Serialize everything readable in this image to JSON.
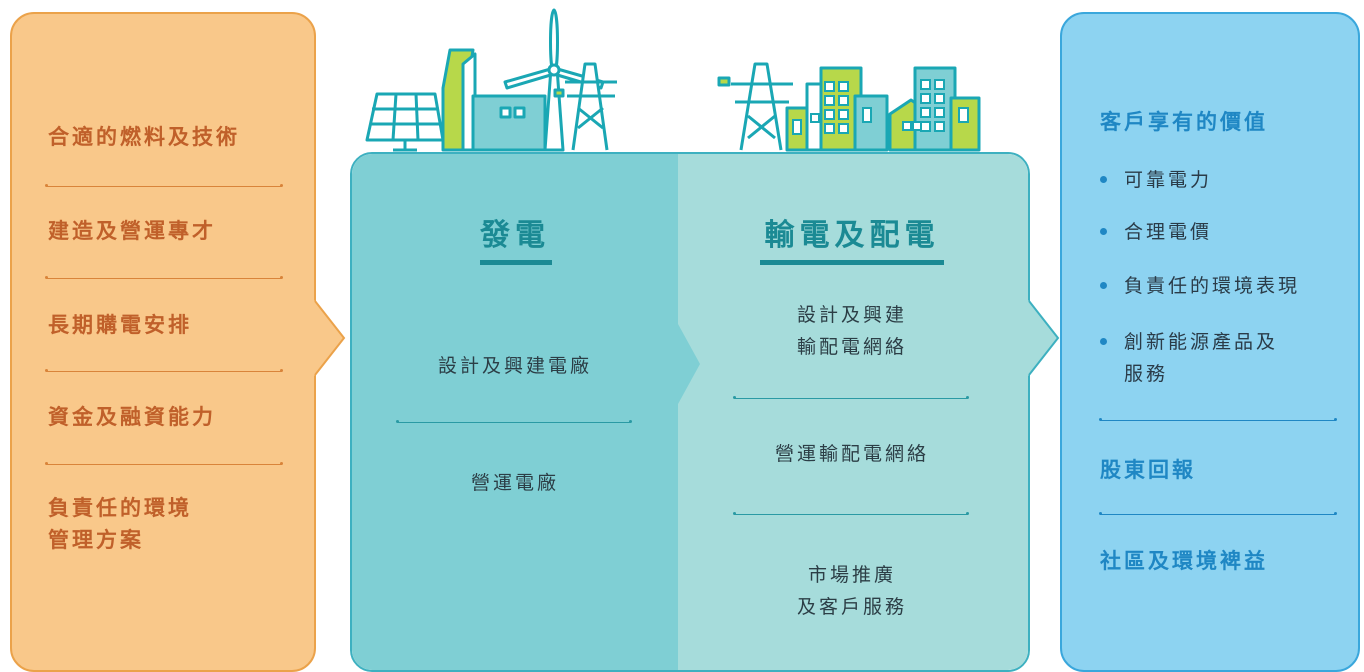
{
  "inputs": {
    "items": [
      "合適的燃料及技術",
      "建造及營運專才",
      "長期購電安排",
      "資金及融資能力"
    ],
    "last_item_line1": "負責任的環境",
    "last_item_line2": "管理方案"
  },
  "generation": {
    "title": "發電",
    "items": [
      "設計及興建電廠",
      "營運電廠"
    ]
  },
  "transmission": {
    "title": "輸電及配電",
    "item1_line1": "設計及興建",
    "item1_line2": "輸配電網絡",
    "item2": "營運輸配電網絡",
    "item3_line1": "市場推廣",
    "item3_line2": "及客戶服務"
  },
  "outcomes": {
    "customer_value_title": "客戶享有的價值",
    "bullets": [
      "可靠電力",
      "合理電價",
      "負責任的環境表現"
    ],
    "bullet4_line1": "創新能源產品及",
    "bullet4_line2": "服務",
    "shareholder_returns": "股東回報",
    "community_benefits": "社區及環境裨益"
  },
  "colors": {
    "left_fill": "#f9c88a",
    "left_border": "#eba24a",
    "center_generation": "#7fcfd4",
    "center_transmission": "#a6dcdb",
    "center_border": "#3db0c0",
    "right_fill": "#8dd3f1",
    "right_border": "#3aa7dc",
    "illustration_green": "#b7d84a"
  },
  "icons": [
    "solar-panel-icon",
    "power-plant-icon",
    "wind-turbine-icon",
    "pylon-icon",
    "city-buildings-icon"
  ]
}
